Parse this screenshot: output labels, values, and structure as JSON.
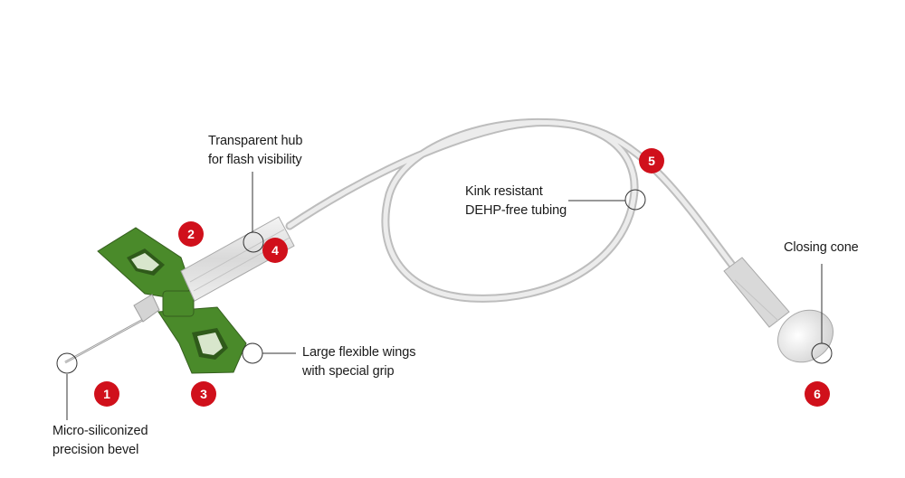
{
  "colors": {
    "badge": "#d0101b",
    "wing_green": "#4a8a2a",
    "tubing": "#dcdcdc"
  },
  "callouts": {
    "bevel": {
      "line1": "Micro-siliconized",
      "line2": "precision bevel"
    },
    "hub": {
      "line1": "Transparent hub",
      "line2": "for flash visibility"
    },
    "tubing": {
      "line1": "Kink resistant",
      "line2": "DEHP-free tubing"
    },
    "wings": {
      "line1": "Large flexible wings",
      "line2": "with special grip"
    },
    "cone": {
      "line1": "Closing cone"
    }
  },
  "badges": [
    "1",
    "2",
    "3",
    "4",
    "5",
    "6"
  ]
}
